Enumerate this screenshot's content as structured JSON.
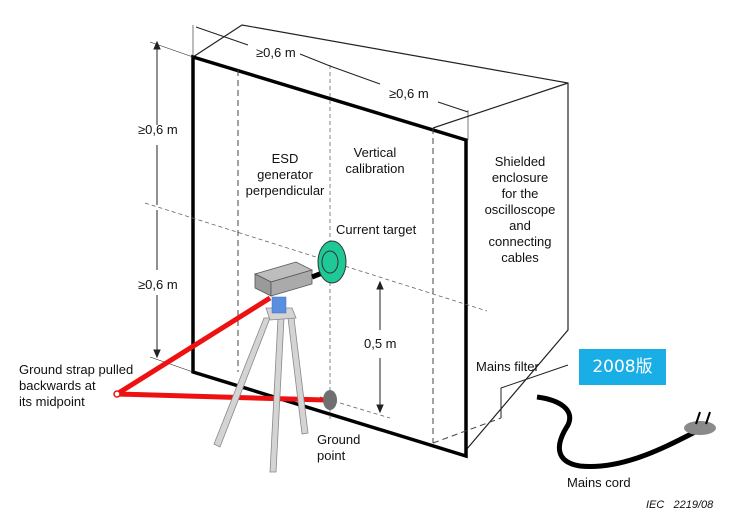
{
  "diagram": {
    "dimensions": {
      "top_width": "≥0,6 m",
      "top_depth": "≥0,6 m",
      "upper_height": "≥0,6 m",
      "lower_height": "≥0,6 m",
      "target_height": "0,5 m"
    },
    "labels": {
      "esd_generator": [
        "ESD",
        "generator",
        "perpendicular"
      ],
      "vertical_calibration": [
        "Vertical",
        "calibration"
      ],
      "current_target": "Current target",
      "shielded_enclosure": [
        "Shielded",
        "enclosure",
        "for the",
        "oscilloscope",
        "and",
        "connecting",
        "cables"
      ],
      "mains_filter": "Mains filter",
      "ground_strap": [
        "Ground strap pulled",
        "backwards at",
        "its midpoint"
      ],
      "ground_point": [
        "Ground",
        "point"
      ],
      "mains_cord": "Mains cord",
      "credit": "IEC   2219/08"
    },
    "badge": "2008版",
    "colors": {
      "ground_strap": "#ee1111",
      "current_target": "#1ec997",
      "badge": "#1aaee6",
      "generator_body": "#a8a8a8",
      "tripod": "#d4d4d4",
      "mount": "#5a8fe0"
    }
  }
}
